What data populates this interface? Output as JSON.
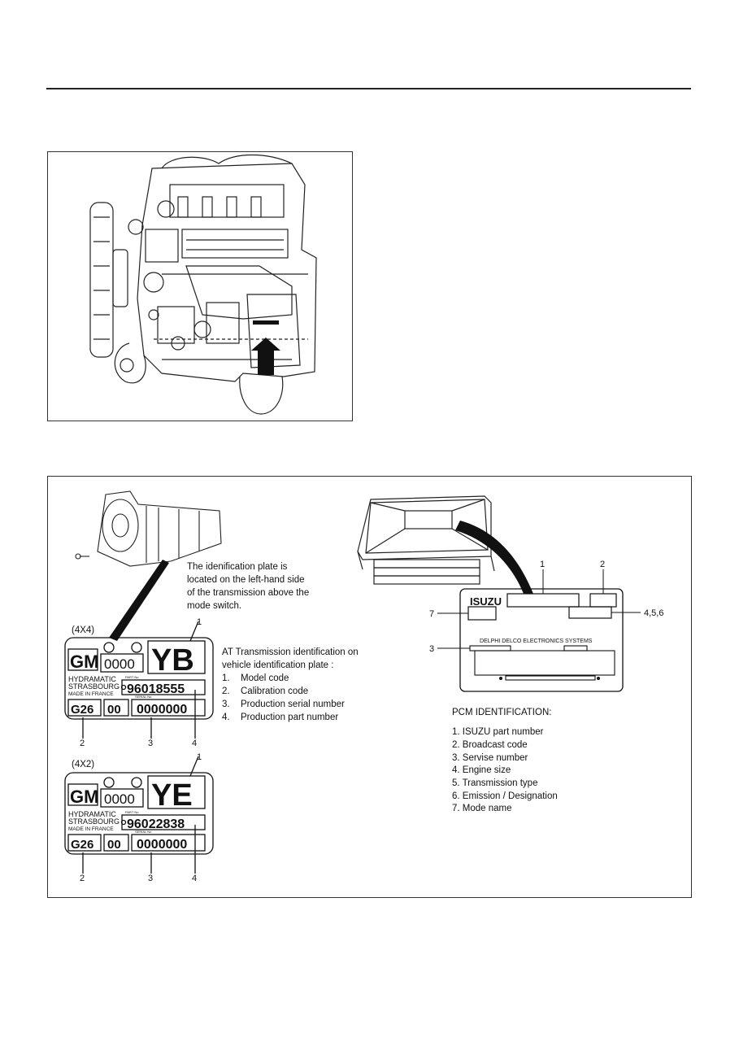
{
  "engine_figure": {},
  "transmission": {
    "location_note": [
      "The idenification plate is",
      "located on the left-hand side",
      "of the transmission above the",
      "mode switch."
    ],
    "plates": [
      {
        "variant": "(4X4)",
        "code": "YB",
        "logo": "GM",
        "box": "0000",
        "maker": [
          "HYDRAMATIC",
          "STRASBOURG",
          "MADE IN FRANCE"
        ],
        "part_no": "96018555",
        "small_label_a": "PART No",
        "small_label_b": "SERIAL No",
        "model": "G26",
        "calib": "00",
        "serial": "0000000",
        "callouts": [
          "1",
          "2",
          "3",
          "4"
        ]
      },
      {
        "variant": "(4X2)",
        "code": "YE",
        "logo": "GM",
        "box": "0000",
        "maker": [
          "HYDRAMATIC",
          "STRASBOURG",
          "MADE IN FRANCE"
        ],
        "part_no": "96022838",
        "small_label_a": "PART No",
        "small_label_b": "SERIAL No",
        "model": "G26",
        "calib": "00",
        "serial": "0000000",
        "callouts": [
          "1",
          "2",
          "3",
          "4"
        ]
      }
    ],
    "legend_title": [
      "AT Transmission identification on",
      "vehicle identification plate :"
    ],
    "legend": [
      {
        "n": "1.",
        "text": "Model code"
      },
      {
        "n": "2.",
        "text": "Calibration code"
      },
      {
        "n": "3.",
        "text": "Production serial number"
      },
      {
        "n": "4.",
        "text": "Production part number"
      }
    ]
  },
  "pcm": {
    "brand": "ISUZU",
    "maker_line": "DELPHI DELCO ELECTRONICS SYSTEMS",
    "callouts": {
      "c1": "1",
      "c2": "2",
      "c7": "7",
      "c456": "4,5,6",
      "c3": "3"
    },
    "title": "PCM IDENTIFICATION:",
    "items": [
      "1. ISUZU part number",
      "2. Broadcast code",
      "3. Servise number",
      "4. Engine size",
      "5. Transmission type",
      "6. Emission / Designation",
      "7. Mode name"
    ]
  }
}
